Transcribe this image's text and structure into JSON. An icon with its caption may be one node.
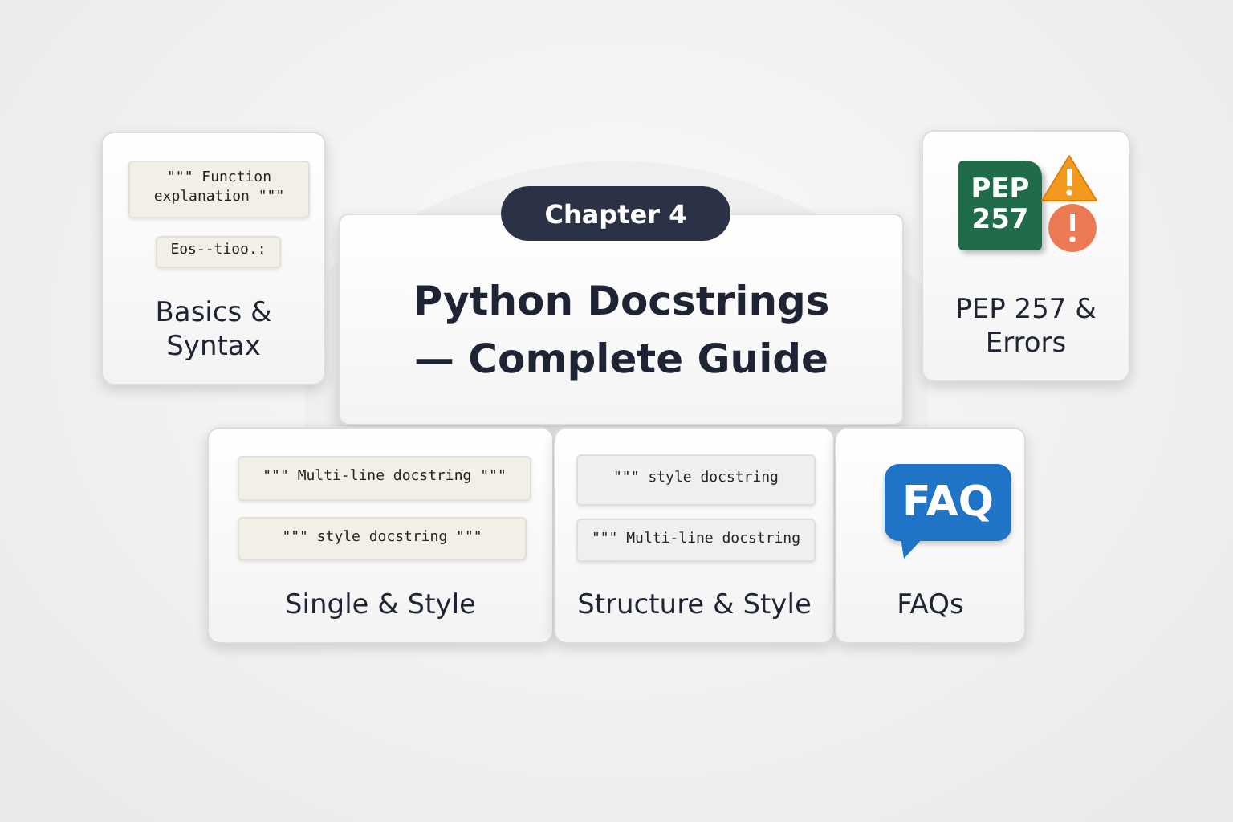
{
  "diagram": {
    "nodes": [
      {
        "text": [
          "Basics & Syntax"
        ]
      },
      {
        "text": [
          "\"\"\" Function explanation \"\"\""
        ],
        "in": 0
      },
      {
        "text": [
          "Eos--tioo.:"
        ],
        "in": 0
      },
      {
        "text": [
          "Chapter 4"
        ]
      },
      {
        "text": [
          "Python Docstrings — Complete Guide"
        ]
      },
      {
        "text": [
          "PEP 257 & Errors"
        ]
      },
      {
        "text": [
          "PEP 257"
        ],
        "in": 5
      },
      {
        "text": [
          "Single & Style"
        ]
      },
      {
        "text": [
          "\"\"\" Multi-line docstring \"\"\""
        ],
        "in": 7
      },
      {
        "text": [
          "\"\"\" style docstring \"\"\""
        ],
        "in": 7
      },
      {
        "text": [
          "Structure & Style"
        ]
      },
      {
        "text": [
          "\"\"\" style docstring"
        ],
        "in": 10
      },
      {
        "text": [
          "\"\"\" Multi-line docstring"
        ],
        "in": 10
      },
      {
        "text": [
          "FAQs"
        ]
      },
      {
        "text": [
          "FAQ"
        ],
        "in": 13
      }
    ]
  }
}
